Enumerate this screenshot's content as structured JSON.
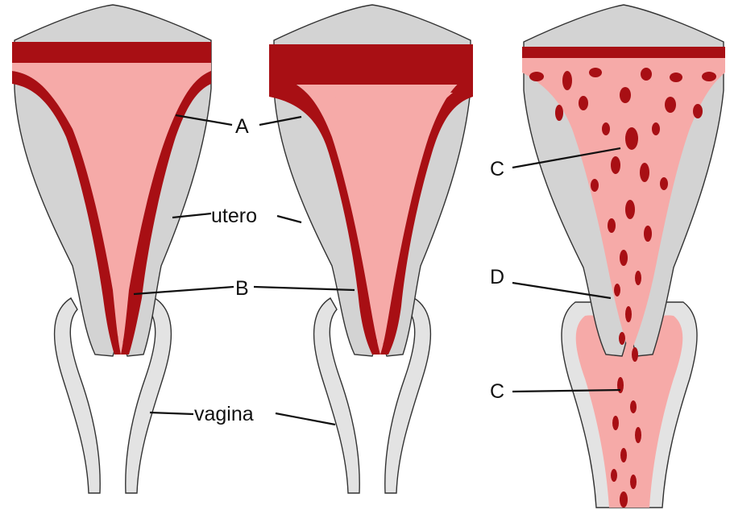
{
  "labels": {
    "a": "A",
    "b": "B",
    "c_upper": "C",
    "c_lower": "C",
    "d": "D",
    "utero": "utero",
    "vagina": "vagina"
  },
  "colors": {
    "uterine_wall": "#d3d3d3",
    "vaginal_wall": "#e3e3e3",
    "cavity": "#f6aaa8",
    "endometrium": "#a80f14",
    "background": "#ffffff"
  }
}
